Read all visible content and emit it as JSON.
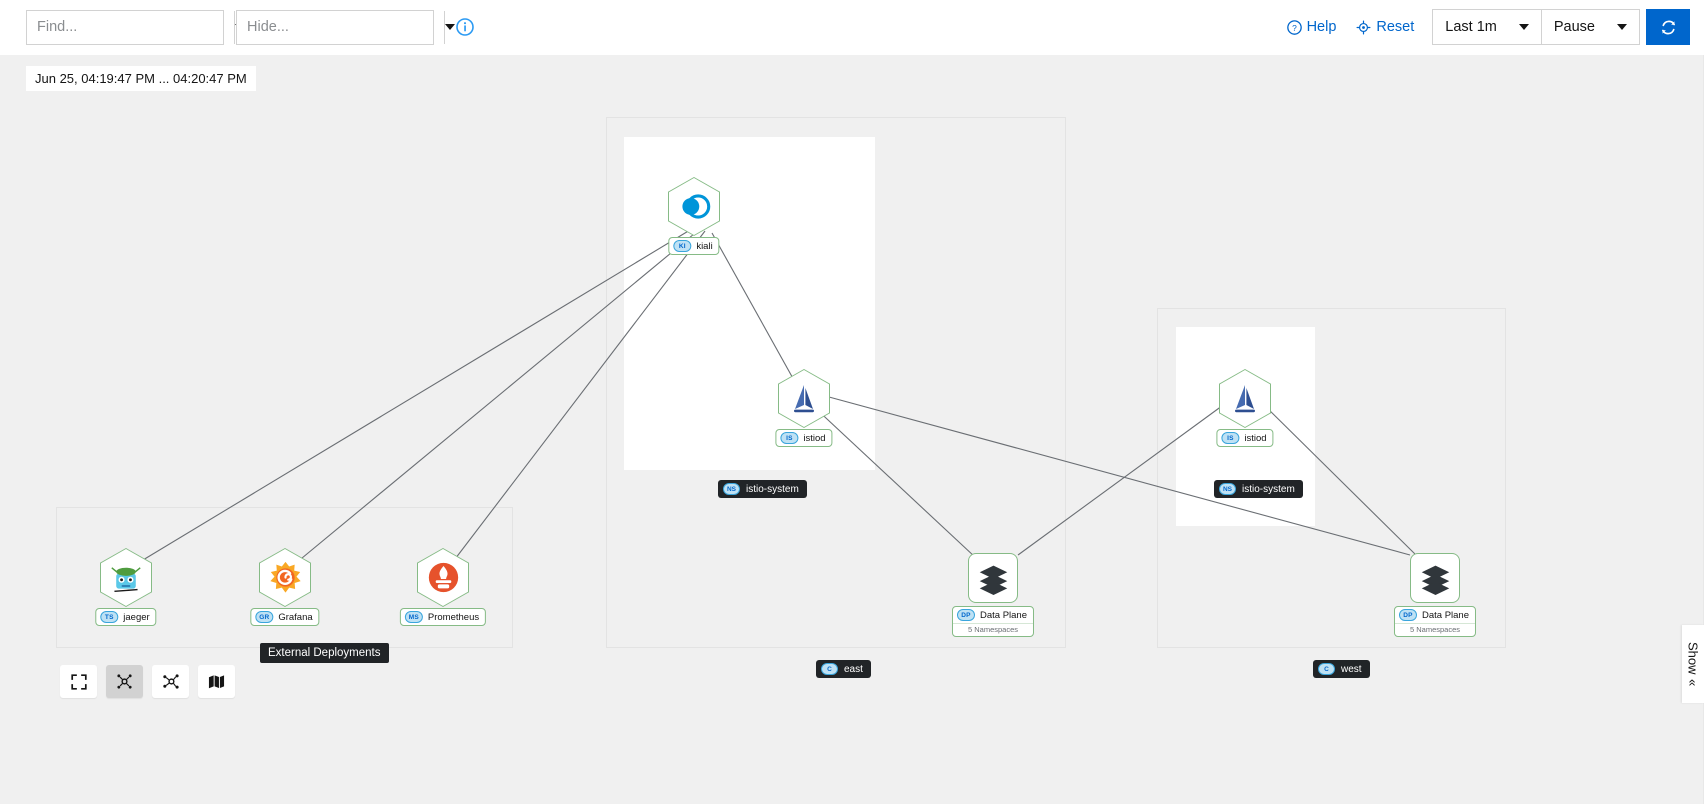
{
  "toolbar": {
    "find_placeholder": "Find...",
    "hide_placeholder": "Hide...",
    "find_value": "",
    "hide_value": "",
    "info_icon": "info-circle-icon",
    "help_label": "Help",
    "help_icon": "question-circle-icon",
    "reset_label": "Reset",
    "reset_icon": "reset-icon",
    "duration_label": "Last 1m",
    "refresh_label": "Pause",
    "refresh_icon": "sync-icon",
    "accent_color": "#0066cc"
  },
  "graph": {
    "timestamp": "Jun 25, 04:19:47 PM ... 04:20:47 PM",
    "clusters": [
      {
        "id": "east",
        "badge": "C",
        "label": "east"
      },
      {
        "id": "west",
        "badge": "C",
        "label": "west"
      }
    ],
    "namespaces": [
      {
        "id": "istio-system-east",
        "badge": "NS",
        "label": "istio-system"
      },
      {
        "id": "istio-system-west",
        "badge": "NS",
        "label": "istio-system"
      }
    ],
    "nodes": [
      {
        "id": "kiali",
        "badge": "KI",
        "label": "kiali",
        "sub": "",
        "icon": "kiali-logo-icon"
      },
      {
        "id": "istiod-east",
        "badge": "IS",
        "label": "istiod",
        "sub": "",
        "icon": "istio-sail-icon"
      },
      {
        "id": "istiod-west",
        "badge": "IS",
        "label": "istiod",
        "sub": "",
        "icon": "istio-sail-icon"
      },
      {
        "id": "dataplane-east",
        "badge": "DP",
        "label": "Data Plane",
        "sub": "5 Namespaces",
        "icon": "layers-icon"
      },
      {
        "id": "dataplane-west",
        "badge": "DP",
        "label": "Data Plane",
        "sub": "5 Namespaces",
        "icon": "layers-icon"
      },
      {
        "id": "jaeger",
        "badge": "TS",
        "label": "jaeger",
        "sub": "",
        "icon": "jaeger-logo-icon"
      },
      {
        "id": "grafana",
        "badge": "GR",
        "label": "Grafana",
        "sub": "",
        "icon": "grafana-logo-icon"
      },
      {
        "id": "prometheus",
        "badge": "MS",
        "label": "Prometheus",
        "sub": "",
        "icon": "prometheus-logo-icon"
      }
    ],
    "tools": [
      {
        "id": "fit-to-screen",
        "icon": "expand-icon",
        "active": false
      },
      {
        "id": "toggle-layout-1",
        "icon": "topology-dagre-icon",
        "active": true
      },
      {
        "id": "toggle-layout-2",
        "icon": "topology-cola-icon",
        "active": false
      },
      {
        "id": "toggle-legend",
        "icon": "map-icon",
        "active": false
      }
    ],
    "tooltip": "External Deployments",
    "show_drawer_label": "Show"
  }
}
